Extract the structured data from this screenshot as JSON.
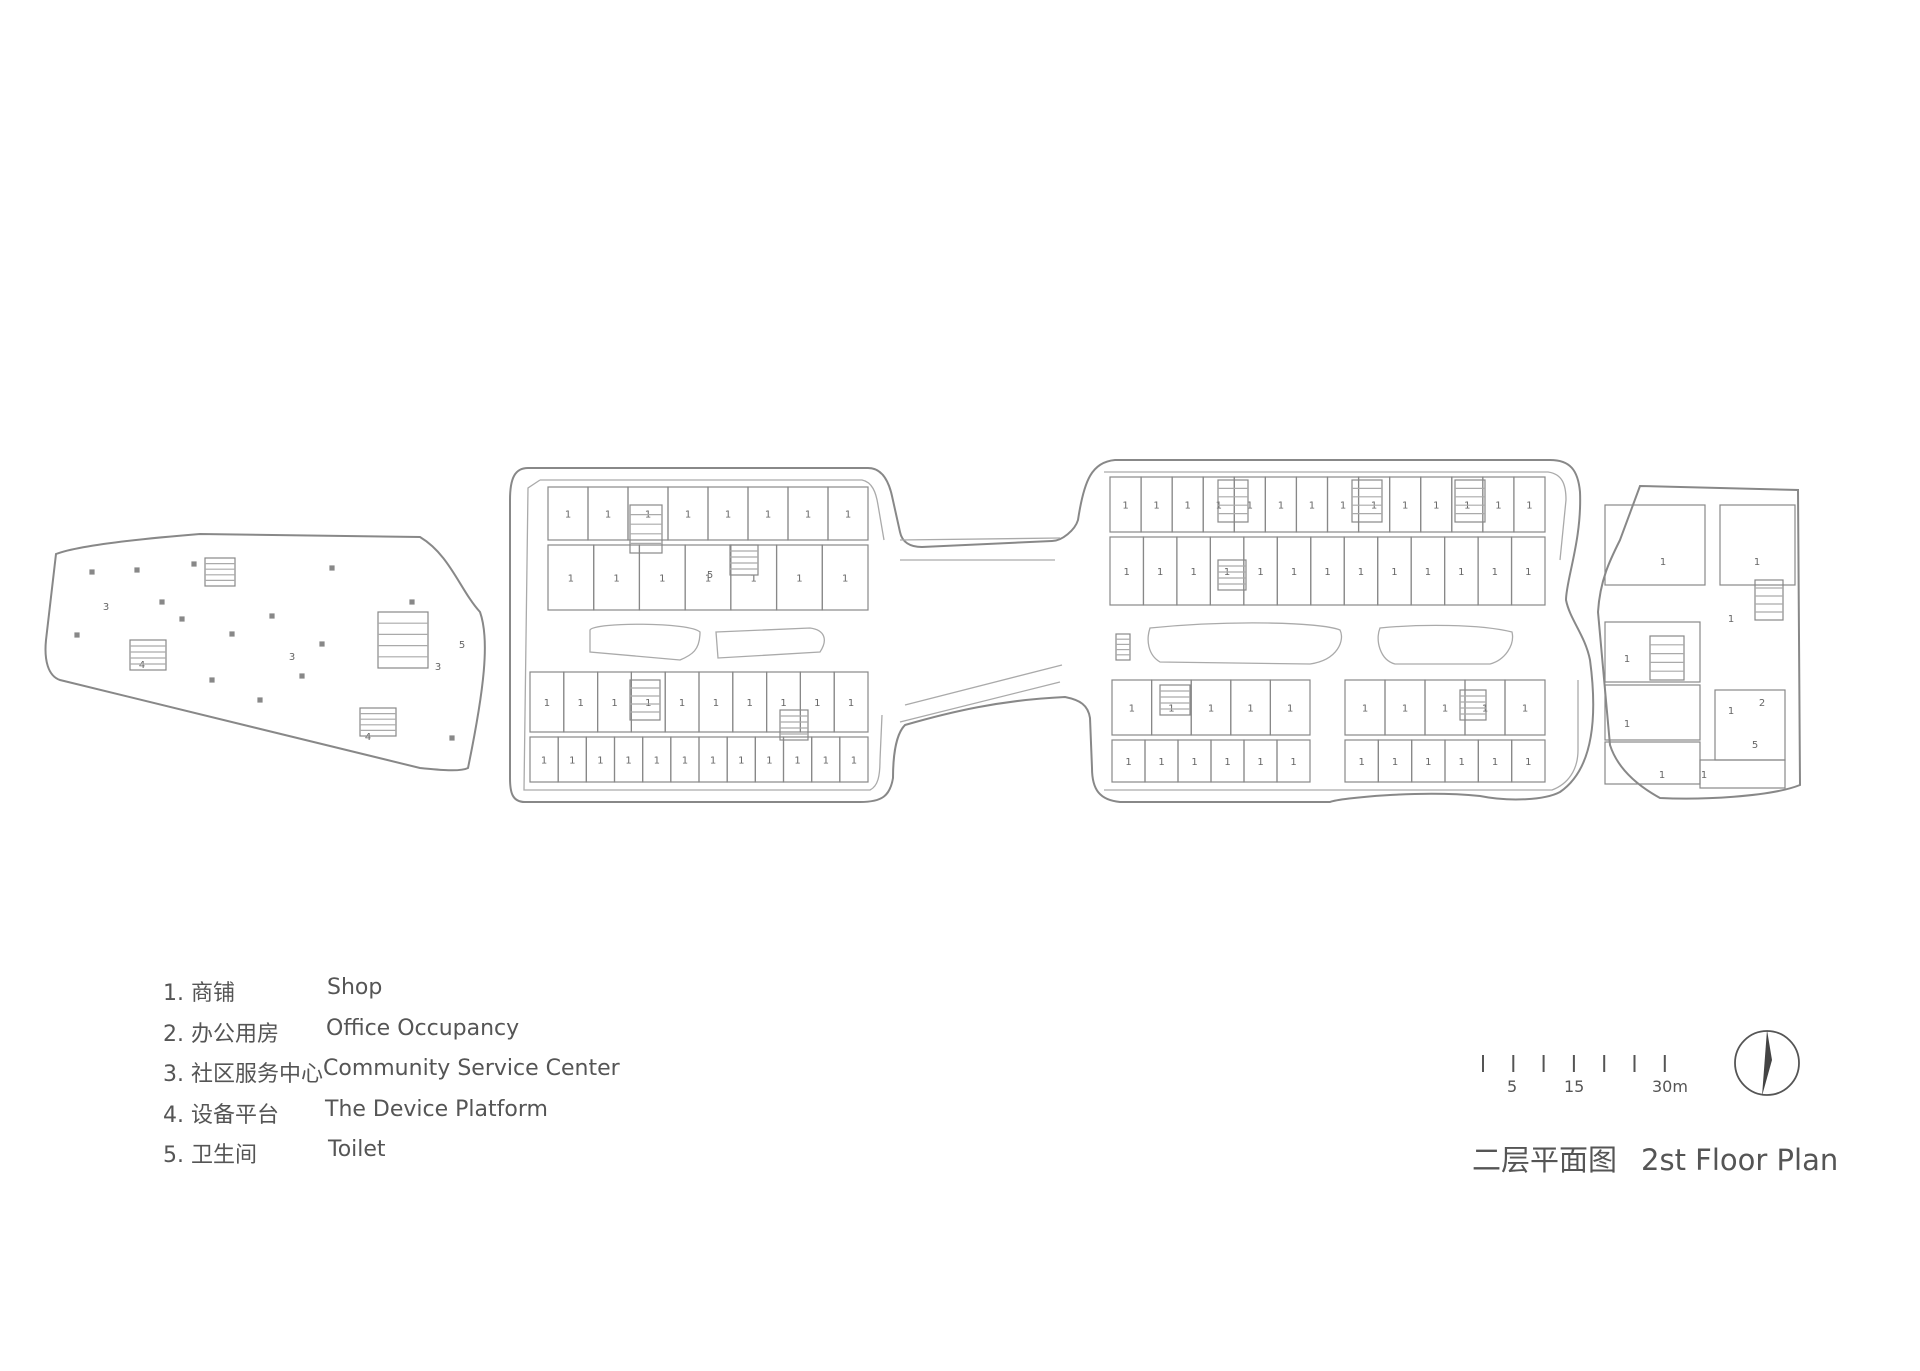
{
  "legend": [
    {
      "num": "1.",
      "cn": "商铺",
      "en": "Shop"
    },
    {
      "num": "2.",
      "cn": "办公用房",
      "en": "Office Occupancy"
    },
    {
      "num": "3.",
      "cn": "社区服务中心",
      "en": "Community Service Center"
    },
    {
      "num": "4.",
      "cn": "设备平台",
      "en": "The  Device Platform"
    },
    {
      "num": "5.",
      "cn": "卫生间",
      "en": "Toilet"
    }
  ],
  "title": {
    "cn": "二层平面图",
    "en": "2st Floor  Plan"
  },
  "scale_bar": {
    "labels": [
      "5",
      "15",
      "30m"
    ],
    "ticks": 7
  },
  "north_arrow": "north-arrow-icon",
  "room_labels": {
    "shop": "1",
    "office": "2",
    "community": "3",
    "device": "4",
    "toilet": "5"
  },
  "colors": {
    "line": "#777777",
    "light_line": "#aaaaaa",
    "text": "#555555"
  }
}
